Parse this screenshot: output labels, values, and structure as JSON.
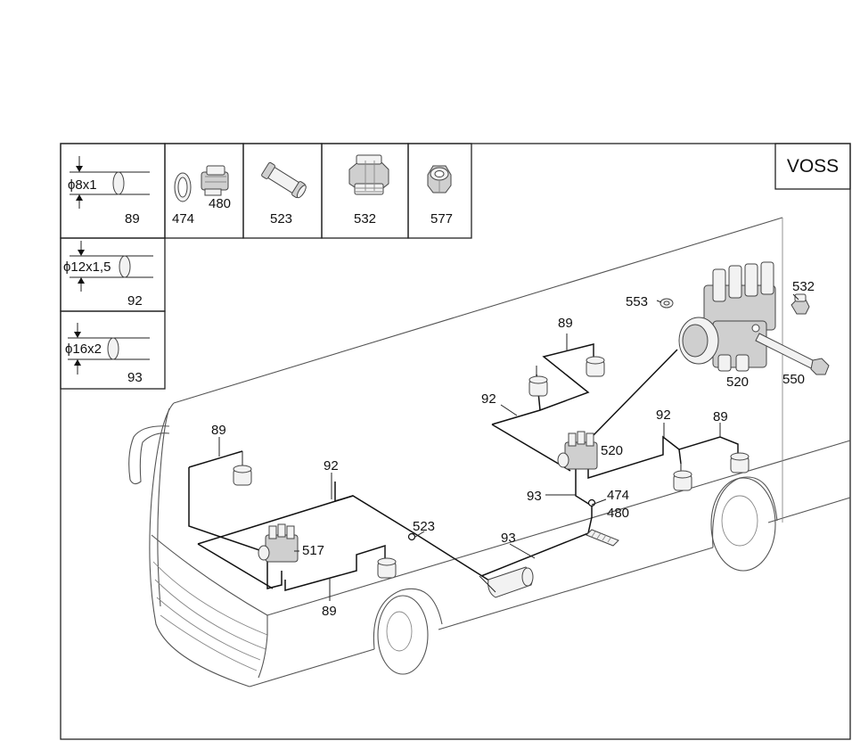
{
  "brand_label": "VOSS",
  "legend": {
    "pipe_sizes": [
      {
        "dimension": "ϕ8x1",
        "part": "89"
      },
      {
        "dimension": "ϕ12x1,5",
        "part": "92"
      },
      {
        "dimension": "ϕ16x2",
        "part": "93"
      }
    ],
    "fittings": [
      {
        "parts": [
          "474",
          "480"
        ]
      },
      {
        "parts": [
          "523"
        ]
      },
      {
        "parts": [
          "532"
        ]
      },
      {
        "parts": [
          "577"
        ]
      }
    ]
  },
  "callouts": {
    "c553": "553",
    "c532": "532",
    "c520": "520",
    "c550": "550",
    "c89_top": "89",
    "c92_mid": "92",
    "c520_valve": "520",
    "c92_right": "92",
    "c89_right": "89",
    "c93_upper": "93",
    "c474": "474",
    "c480": "480",
    "c89_left": "89",
    "c92_left": "92",
    "c523": "523",
    "c93_lower": "93",
    "c517": "517",
    "c89_bottom": "89"
  }
}
